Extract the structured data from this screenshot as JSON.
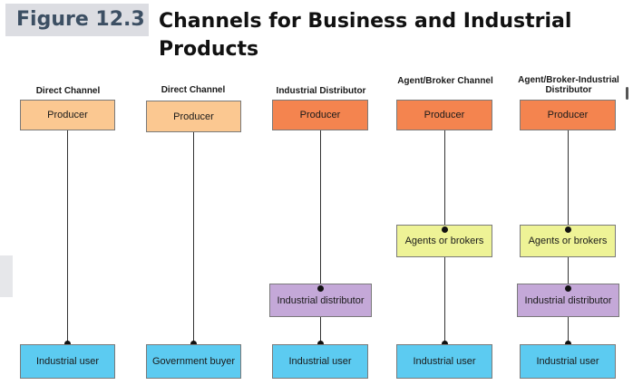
{
  "header": {
    "figure_label": "Figure 12.3",
    "title": "Channels for Business and Industrial Products"
  },
  "columns": [
    {
      "heading": "Direct Channel",
      "producer": "Producer",
      "end": "Industrial user"
    },
    {
      "heading": "Direct Channel",
      "producer": "Producer",
      "end": "Government buyer"
    },
    {
      "heading": "Industrial Distributor",
      "producer": "Producer",
      "distributor": "Industrial distributor",
      "end": "Industrial user"
    },
    {
      "heading": "Agent/Broker Channel",
      "producer": "Producer",
      "agents": "Agents or brokers",
      "end": "Industrial user"
    },
    {
      "heading": "Agent/Broker-Industrial Distributor",
      "producer": "Producer",
      "agents": "Agents or brokers",
      "distributor": "Industrial distributor",
      "end": "Industrial user"
    }
  ],
  "colors": {
    "producer_light": "#fbc891",
    "producer_dark": "#f4844f",
    "agents": "#eef396",
    "distributor": "#c4a8d8",
    "user": "#5ccbf1",
    "figure_label_bg": "#dcdde2"
  }
}
